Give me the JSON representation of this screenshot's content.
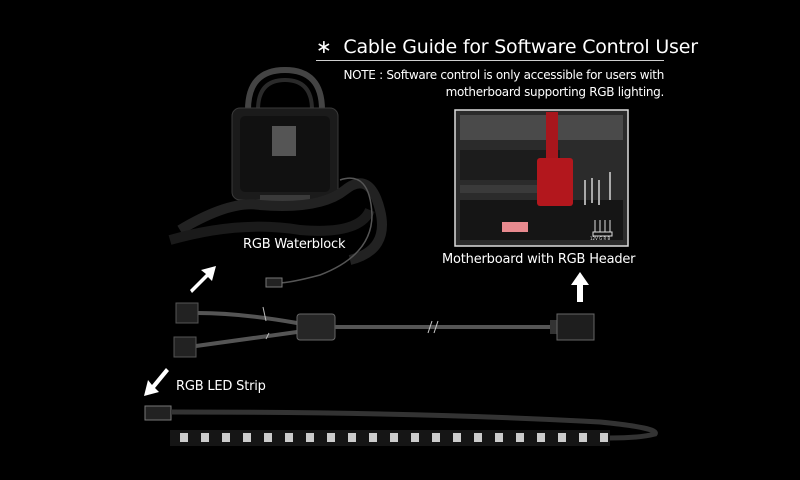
{
  "header": {
    "title_mark": "∗",
    "title": "Cable Guide for Software Control User",
    "note_line1": "NOTE : Software control is only accessible for users with",
    "note_line2": "motherboard supporting RGB lighting."
  },
  "components": {
    "waterblock_label": "RGB Waterblock",
    "motherboard_label": "Motherboard with RGB Header",
    "strip_label": "RGB LED Strip",
    "header_pin_legend": "12V G R B"
  },
  "colors": {
    "background": "#000000",
    "text": "#ffffff",
    "connector_red": "#b3171d",
    "header_pink": "#e88a8f"
  }
}
